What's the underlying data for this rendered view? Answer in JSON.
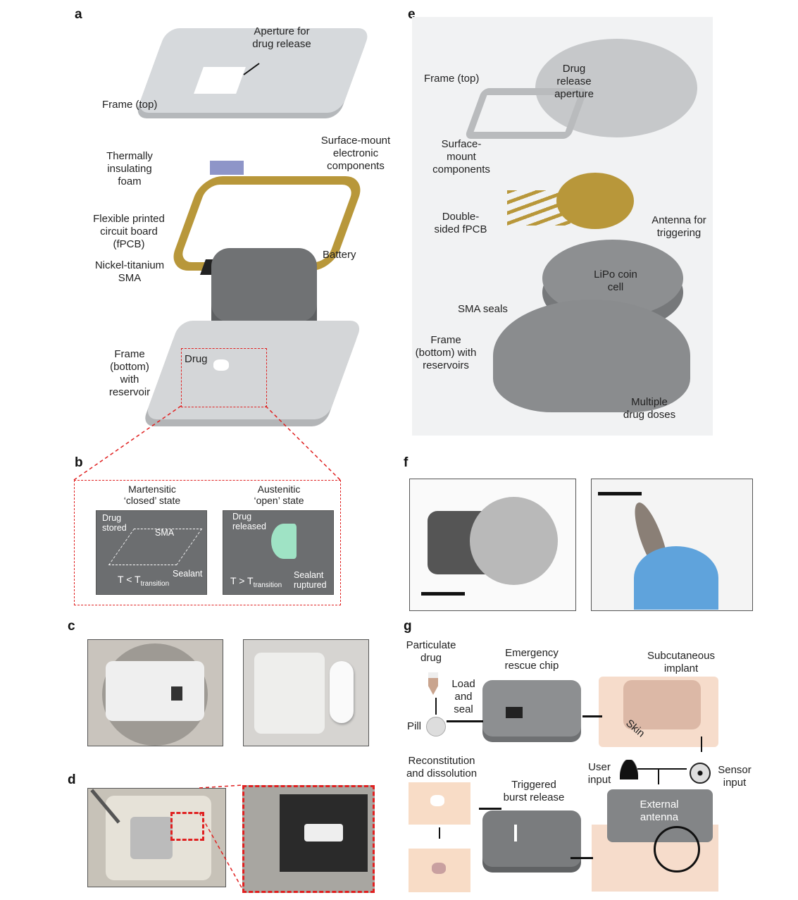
{
  "panels": {
    "a": {
      "letter": "a",
      "labels": {
        "aperture": "Aperture for\ndrug release",
        "frame_top": "Frame (top)",
        "foam": "Thermally\ninsulating\nfoam",
        "smd": "Surface-mount\nelectronic\ncomponents",
        "fpcb": "Flexible printed\ncircuit board\n(fPCB)",
        "battery": "Battery",
        "sma": "Nickel-titanium\nSMA",
        "frame_bottom": "Frame\n(bottom)\nwith\nreservoir",
        "drug": "Drug"
      }
    },
    "b": {
      "letter": "b",
      "closed_title": "Martensitic\n‘closed’ state",
      "open_title": "Austenitic\n‘open’ state",
      "drug_stored": "Drug\nstored",
      "sma": "SMA",
      "sealant": "Sealant",
      "t_less": "T < T",
      "transition": "transition",
      "drug_released": "Drug\nreleased",
      "t_greater": "T > T",
      "sealant_ruptured": "Sealant\nruptured"
    },
    "c": {
      "letter": "c"
    },
    "d": {
      "letter": "d"
    },
    "e": {
      "letter": "e",
      "labels": {
        "frame_top": "Frame (top)",
        "aperture": "Drug\nrelease\naperture",
        "smd": "Surface-\nmount\ncomponents",
        "fpcb": "Double-\nsided fPCB",
        "antenna": "Antenna for\ntriggering",
        "lipo": "LiPo coin\ncell",
        "sma_seals": "SMA seals",
        "frame_bottom": "Frame\n(bottom) with\nreservoirs",
        "doses": "Multiple\ndrug doses"
      }
    },
    "f": {
      "letter": "f"
    },
    "g": {
      "letter": "g",
      "labels": {
        "particulate": "Particulate\ndrug",
        "chip": "Emergency\nrescue chip",
        "implant": "Subcutaneous\nimplant",
        "load": "Load\nand\nseal",
        "pill": "Pill",
        "skin": "Skin",
        "user": "User\ninput",
        "sensor": "Sensor\ninput",
        "recon": "Reconstitution\nand dissolution",
        "burst": "Triggered\nburst release",
        "antenna": "External\nantenna"
      }
    }
  },
  "colors": {
    "accent_red": "#e02020",
    "device_gray": "#8a8a8a",
    "fpcb_gold": "#b8973a",
    "skin": "#f6dccb"
  }
}
